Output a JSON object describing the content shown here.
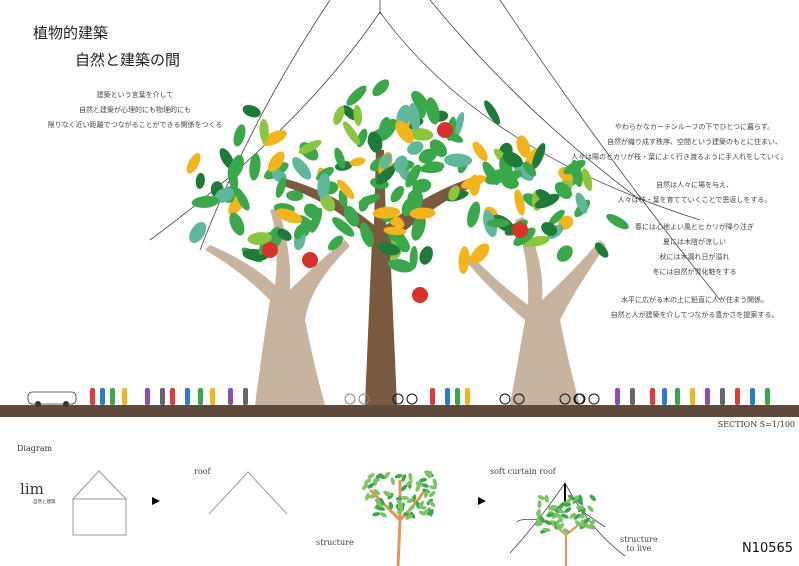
{
  "header": {
    "title": "植物的建築",
    "subtitle": "自然と建築の間"
  },
  "lead_text": [
    "建築という言葉を介して",
    "自然と建築が心理的にも物理的にも",
    "限りなく近い距離でつながることができる関係をつくる"
  ],
  "right_text": {
    "p1": [
      "やわらかなカーテンルーフの下でひとつに暮らす。",
      "自然が織り成す秩序、空間という建築のもとに住まい、",
      "人々は陽のヒカリが枝・葉によく行き渡るように手入れをしていく。"
    ],
    "p2": [
      "自然は人々に場を与え、",
      "人々は枝・葉を育てていくことで恩返しをする。"
    ],
    "p3": [
      "春には心地よい風とヒカリが降り注ぎ",
      "夏には木陰が涼しい",
      "秋には木漏れ日が溢れ",
      "冬には自然が雪化粧をする"
    ],
    "p4": [
      "水平に広がる木の上に鉛直に人が住まう関係。",
      "自然と人が建築を介してつながる豊かさを提案する。"
    ]
  },
  "section_label": "SECTION S=1/100",
  "diagram": {
    "title": "Diagram",
    "logo": "lim",
    "logo_sub": "自然と建築",
    "roof": "roof",
    "structure": "structure",
    "soft_curtain_roof": "soft curtain roof",
    "structure_to_live": [
      "structure",
      "to live"
    ]
  },
  "code": "N10565",
  "colors": {
    "leaf_dark": "#1f7a3a",
    "leaf_mid": "#3aa84a",
    "leaf_light": "#8cc63f",
    "leaf_teal": "#5fb89c",
    "leaf_yellow": "#f2b61c",
    "trunk_light": "#c8b49e",
    "trunk_dark": "#7a5a3e",
    "ground": "#5e4a3a"
  }
}
